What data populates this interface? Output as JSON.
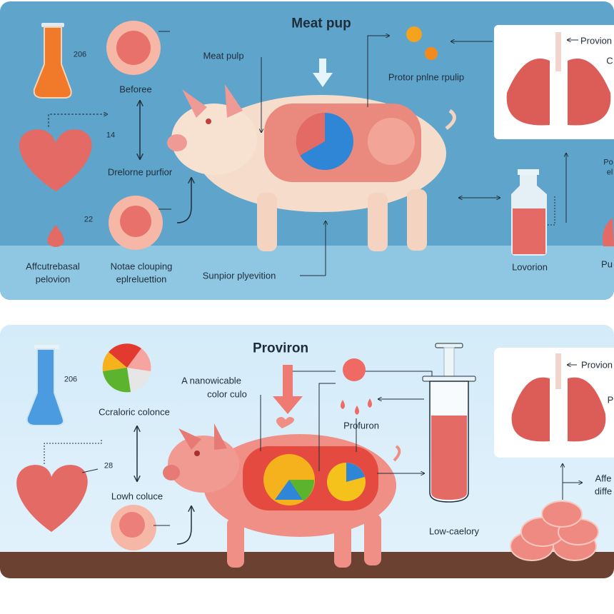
{
  "top_panel": {
    "title": "Meat pup",
    "meat_pulp": "Meat pulp",
    "flask_value": "206",
    "before": "Beforee",
    "value_14": "14",
    "drelorne": "Drelorne purfior",
    "value_22": "22",
    "affcutrebasal_1": "Affcutrebasal",
    "affcutrebasal_2": "pelovion",
    "notae_1": "Notae clouping",
    "notae_2": "eplreluettion",
    "sunpior": "Sunpior plyevition",
    "protor": "Protor pnlne rpulip",
    "provion": "Provion",
    "c_label": "C",
    "po_label_1": "Po",
    "po_label_2": "el",
    "lovorion": "Lovorion",
    "pu_label": "Pu"
  },
  "bottom_panel": {
    "title": "Proviron",
    "flask_value": "206",
    "nanowicable_1": "A nanowicable",
    "nanowicable_2": "color culo",
    "ccraloric": "Ccraloric colonce",
    "value_28": "28",
    "lowh": "Lowh coluce",
    "profuron": "Profuron",
    "low_calory": "Low-caelory",
    "provion": "Provion",
    "p_label": "P",
    "affe_1": "Affe",
    "affe_2": "diffe"
  },
  "colors": {
    "top_bg": "#5fa4ca",
    "bottom_bg": "#d4ebf9",
    "meat": "#e8716b",
    "pig_top": "#f6dcca",
    "pig_bottom": "#ef8f86",
    "ground": "#6b4232"
  }
}
